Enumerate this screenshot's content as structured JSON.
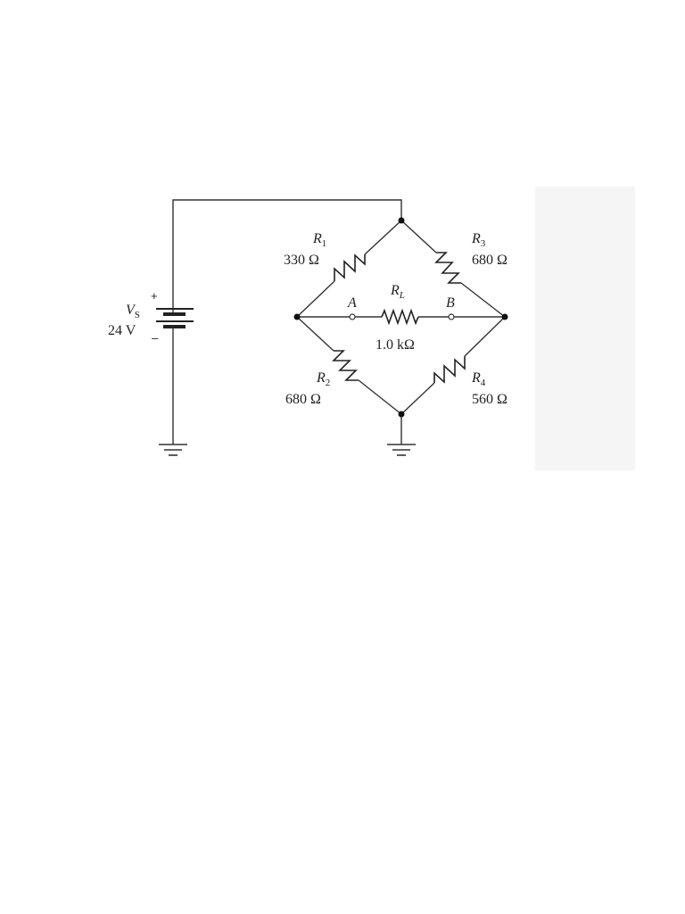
{
  "source": {
    "symbol": "V",
    "subscript": "S",
    "value": "24 V",
    "plus": "+",
    "minus": "–"
  },
  "resistors": [
    {
      "id": "r1",
      "symbol": "R",
      "subscript": "1",
      "value": "330 Ω"
    },
    {
      "id": "r2",
      "symbol": "R",
      "subscript": "2",
      "value": "680 Ω"
    },
    {
      "id": "r3",
      "symbol": "R",
      "subscript": "3",
      "value": "680 Ω"
    },
    {
      "id": "r4",
      "symbol": "R",
      "subscript": "4",
      "value": "560 Ω"
    },
    {
      "id": "rl",
      "symbol": "R",
      "subscript": "L",
      "value": "1.0 kΩ"
    }
  ],
  "terminals": {
    "a": "A",
    "b": "B"
  },
  "colors": {
    "panel": "#f5f5f5",
    "ink": "#222222"
  }
}
